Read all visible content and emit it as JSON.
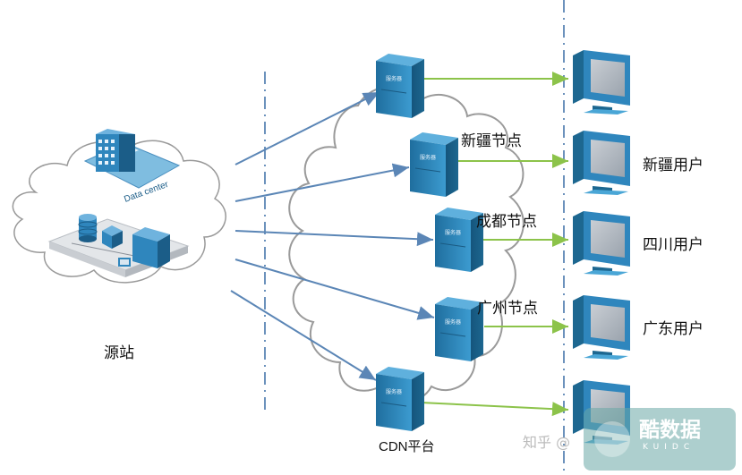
{
  "source_label": "源站",
  "datacenter_text": "Data center",
  "server_badge_text": "服务器",
  "cdn_label": "CDN平台",
  "nodes": [
    {
      "label": ""
    },
    {
      "label": "新疆节点"
    },
    {
      "label": "成都节点"
    },
    {
      "label": "广州节点"
    },
    {
      "label": ""
    }
  ],
  "users": [
    {
      "label": ""
    },
    {
      "label": "新疆用户"
    },
    {
      "label": "四川用户"
    },
    {
      "label": "广东用户"
    },
    {
      "label": ""
    }
  ],
  "watermark": {
    "zhihu": "知乎 @",
    "brand": "酷数据",
    "brand_en": "KUIDC"
  },
  "colors": {
    "server_blue": "#2a7fb0",
    "server_dark": "#1d5f86",
    "server_light": "#4aa6d6",
    "arrow_blue": "#5b86b6",
    "arrow_green": "#8cc34a",
    "dash_line": "#3b6ea5",
    "cloud_stroke": "#999"
  }
}
